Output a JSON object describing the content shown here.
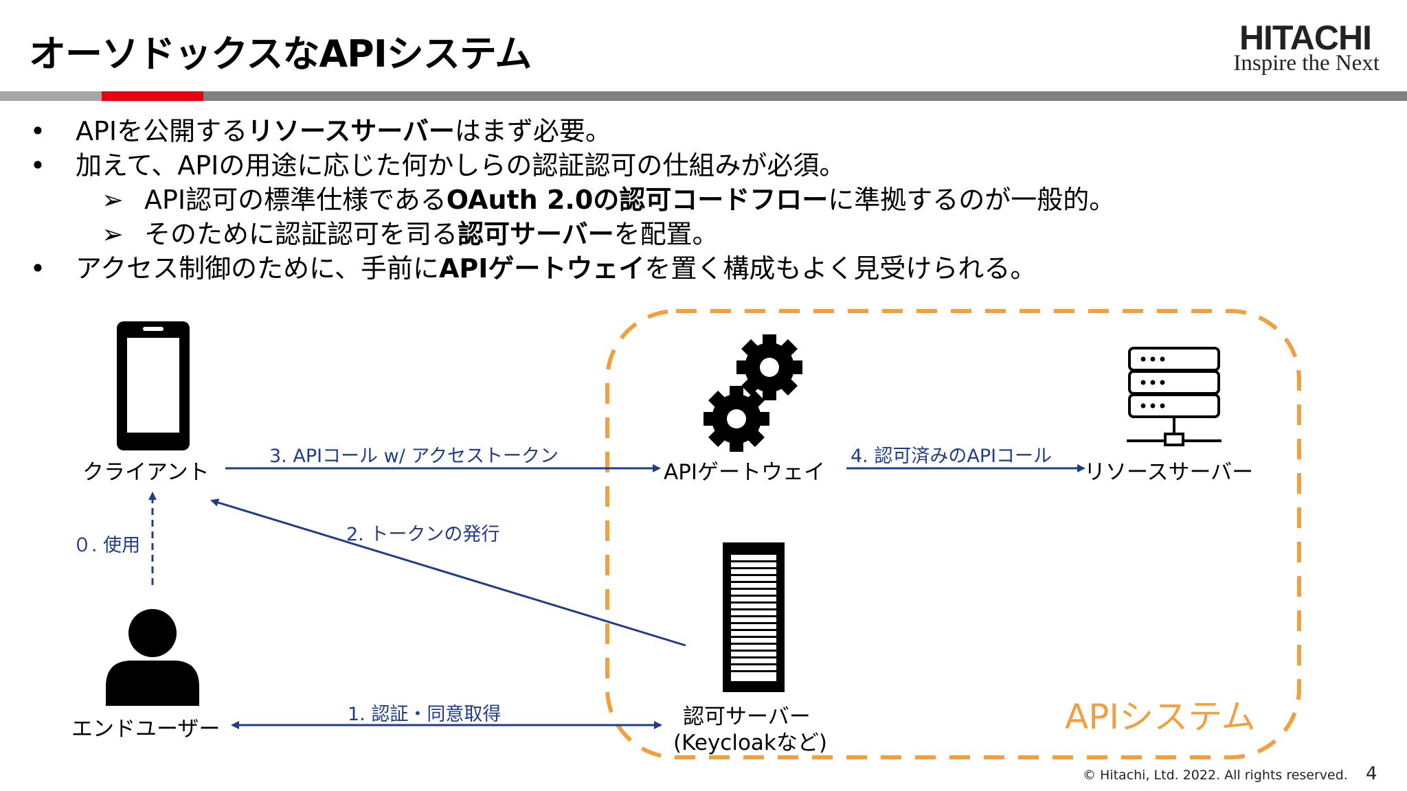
{
  "title": "オーソドックスなAPIシステム",
  "logo": {
    "brand": "HITACHI",
    "tagline": "Inspire the Next"
  },
  "bullets": [
    {
      "level": 1,
      "mark": "•",
      "parts": [
        {
          "t": "APIを公開する"
        },
        {
          "t": "リソースサーバー",
          "b": true
        },
        {
          "t": "はまず必要。"
        }
      ]
    },
    {
      "level": 1,
      "mark": "•",
      "parts": [
        {
          "t": "加えて、APIの用途に応じた何かしらの認証認可の仕組みが必須。"
        }
      ]
    },
    {
      "level": 2,
      "mark": "➢",
      "parts": [
        {
          "t": "API認可の標準仕様である"
        },
        {
          "t": "OAuth 2.0の認可コードフロー",
          "b": true
        },
        {
          "t": "に準拠するのが一般的。"
        }
      ]
    },
    {
      "level": 2,
      "mark": "➢",
      "parts": [
        {
          "t": "そのために認証認可を司る"
        },
        {
          "t": "認可サーバー",
          "b": true
        },
        {
          "t": "を配置。"
        }
      ]
    },
    {
      "level": 1,
      "mark": "•",
      "parts": [
        {
          "t": "アクセス制御のために、手前に"
        },
        {
          "t": "APIゲートウェイ",
          "b": true
        },
        {
          "t": "を置く構成もよく見受けられる。"
        }
      ]
    }
  ],
  "diagram": {
    "nodes": {
      "client": "クライアント",
      "end_user": "エンドユーザー",
      "gateway": "APIゲートウェイ",
      "resource_server": "リソースサーバー",
      "auth_server": "認可サーバー",
      "auth_server_note": "(Keycloakなど)"
    },
    "arrows": {
      "use": "０. 使用",
      "auth_consent": "1. 認証・同意取得",
      "token_issue": "2. トークンの発行",
      "api_call": "3. APIコール w/ アクセストークン",
      "authorized_call": "4. 認可済みのAPIコール"
    },
    "group_label": "APIシステム",
    "colors": {
      "arrow": "#1f3c88",
      "group_border": "#f0a040",
      "accent_red": "#e60012",
      "bar_gray": "#808080"
    }
  },
  "footer": {
    "copyright": "© Hitachi, Ltd. 2022. All rights reserved.",
    "page": "4"
  }
}
